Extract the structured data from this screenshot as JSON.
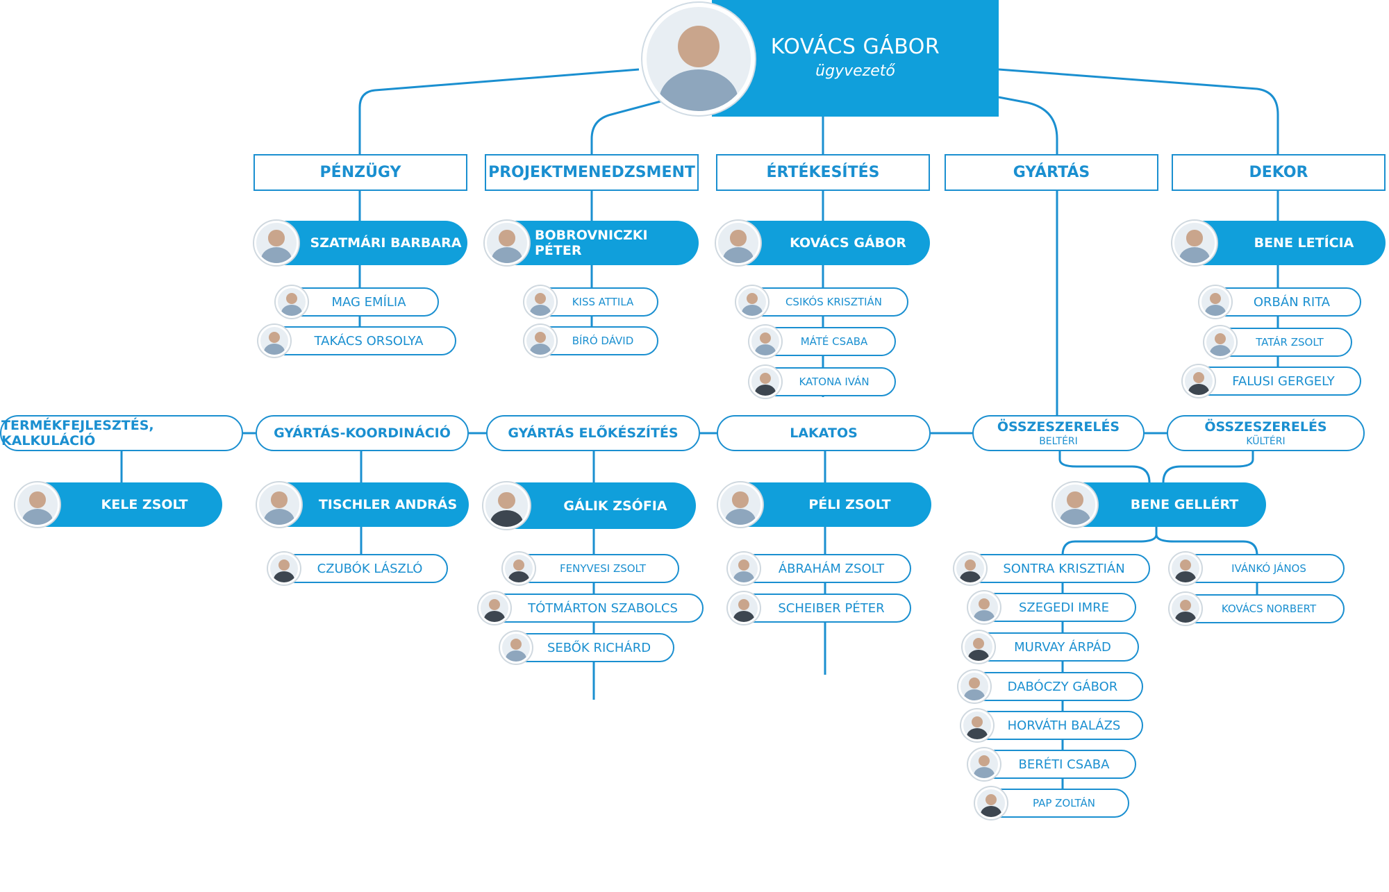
{
  "ceo": {
    "name": "KOVÁCS GÁBOR",
    "title": "ügyvezető"
  },
  "departments": {
    "penzugy": "PÉNZÜGY",
    "projekt": "PROJEKTMENEDZSMENT",
    "ertekesites": "ÉRTÉKESÍTÉS",
    "gyartas": "GYÁRTÁS",
    "dekor": "DEKOR"
  },
  "leaders": {
    "penzugy": "SZATMÁRI BARBARA",
    "projekt": "BOBROVNICZKI PÉTER",
    "ertekesites": "KOVÁCS GÁBOR",
    "dekor": "BENE LETÍCIA",
    "termek": "KELE ZSOLT",
    "koord": "TISCHLER ANDRÁS",
    "elokeszites": "GÁLIK ZSÓFIA",
    "lakatos": "PÉLI ZSOLT",
    "osszeszereles": "BENE GELLÉRT"
  },
  "members": {
    "penzugy": [
      "MAG EMÍLIA",
      "TAKÁCS ORSOLYA"
    ],
    "projekt": [
      "KISS ATTILA",
      "BÍRÓ DÁVID"
    ],
    "ertekesites": [
      "CSIKÓS KRISZTIÁN",
      "MÁTÉ CSABA",
      "KATONA IVÁN"
    ],
    "dekor": [
      "ORBÁN RITA",
      "TATÁR ZSOLT",
      "FALUSI GERGELY"
    ],
    "koord": [
      "CZUBÓK LÁSZLÓ"
    ],
    "elokeszites": [
      "FENYVESI ZSOLT",
      "TÓTMÁRTON SZABOLCS",
      "SEBŐK RICHÁRD"
    ],
    "lakatos": [
      "ÁBRAHÁM ZSOLT",
      "SCHEIBER PÉTER"
    ],
    "beltéri": [
      "SONTRA KRISZTIÁN",
      "SZEGEDI IMRE",
      "MURVAY ÁRPÁD",
      "DABÓCZY GÁBOR",
      "HORVÁTH BALÁZS",
      "BERÉTI CSABA",
      "PAP ZOLTÁN"
    ],
    "kulteri": [
      "IVÁNKÓ JÁNOS",
      "KOVÁCS NORBERT"
    ]
  },
  "lanes": {
    "termek": "TERMÉKFEJLESZTÉS, KALKULÁCIÓ",
    "koord": "GYÁRTÁS-KOORDINÁCIÓ",
    "elokeszites": "GYÁRTÁS ELŐKÉSZÍTÉS",
    "lakatos": "LAKATOS",
    "beltéri": {
      "label": "ÖSSZESZERELÉS",
      "sub": "BELTÉRI"
    },
    "kulteri": {
      "label": "ÖSSZESZERELÉS",
      "sub": "KÜLTÉRI"
    }
  },
  "colors": {
    "accent": "#109fdb",
    "outline": "#1a8fd0"
  }
}
